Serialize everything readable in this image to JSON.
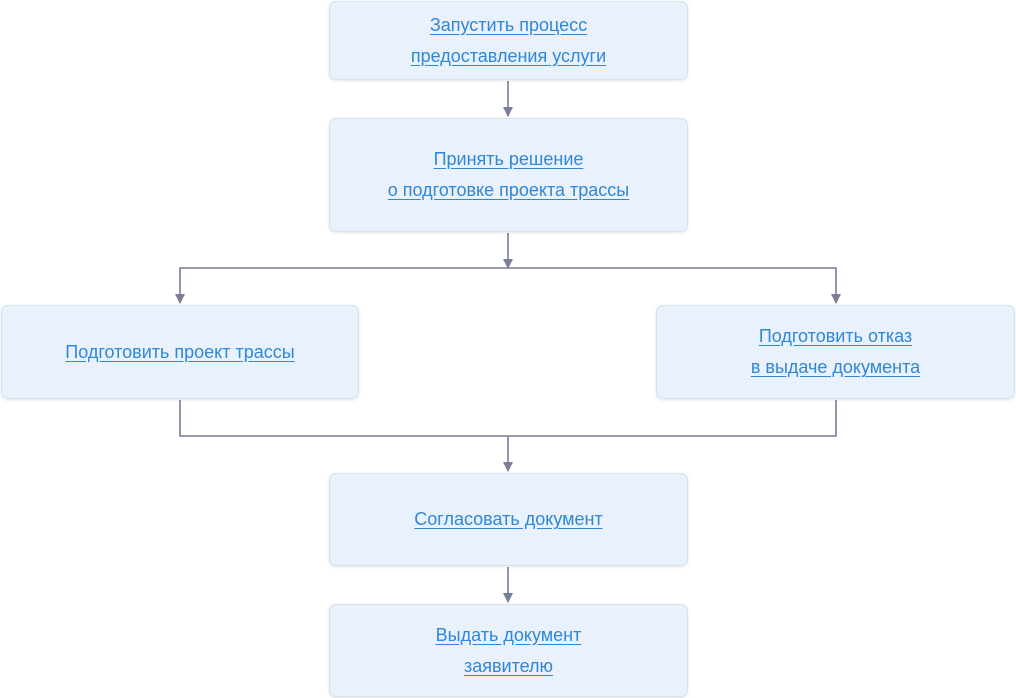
{
  "diagram": {
    "line_color": "#7a7d96",
    "node_fill": "#e8f1fc",
    "link_color": "#2f87d8",
    "nodes": [
      {
        "lines": [
          "Запустить процесс",
          "предоставления услуги"
        ]
      },
      {
        "lines": [
          "Принять решение",
          "о подготовке проекта трассы"
        ]
      },
      {
        "lines": [
          "Подготовить проект трассы"
        ]
      },
      {
        "lines": [
          "Подготовить отказ",
          "в выдаче документа"
        ]
      },
      {
        "lines": [
          "Согласовать документ"
        ]
      },
      {
        "lines": [
          "Выдать документ",
          "заявителю"
        ]
      }
    ]
  }
}
